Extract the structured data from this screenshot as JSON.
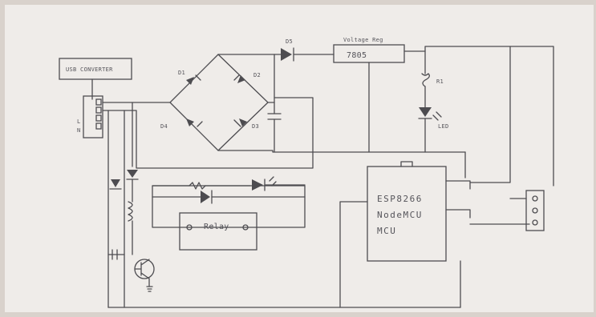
{
  "diagram": {
    "blocks": {
      "converter_label": "USB CONVERTER",
      "regulator_label": "Voltage Reg",
      "regulator_part": "7805",
      "relay_label": "Relay",
      "mcu_label_lines": [
        "ESP8266",
        "NodeMCU",
        "MCU"
      ],
      "input_connector_labels": [
        "L",
        "N"
      ]
    },
    "components": {
      "diode_labels": [
        "D1",
        "D2",
        "D3",
        "D4",
        "D5"
      ],
      "resistor_label": "R1",
      "led_label": "LED"
    },
    "colors": {
      "ink": "#4d4c50",
      "paper": "#efece9",
      "background": "#d9d2cc"
    }
  }
}
